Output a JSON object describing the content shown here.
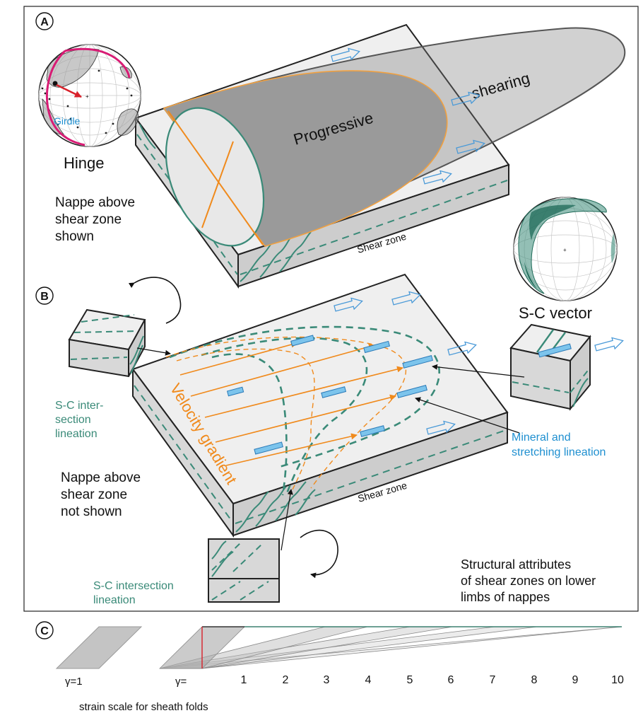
{
  "panel_a": {
    "letter": "A",
    "stereonet_label": "Girdle",
    "hinge_label": "Hinge",
    "nappe_lines": [
      "Nappe above",
      "shear zone",
      "shown"
    ],
    "fold_word_1": "Progressive",
    "fold_word_2": "shearing",
    "shear_zone_label": "Shear zone"
  },
  "panel_b": {
    "letter": "B",
    "sc_vector_label": "S-C vector",
    "sc_inter_lines": [
      "S-C inter-",
      "section",
      "lineation"
    ],
    "velocity_label": "Velocity gradient",
    "mineral_lines": [
      "Mineral and",
      "stretching lineation"
    ],
    "nappe_lines": [
      "Nappe above",
      "shear zone",
      "not shown"
    ],
    "shear_zone_label": "Shear zone",
    "sc_intersection_lines": [
      "S-C intersection",
      "lineation"
    ],
    "attributes_lines": [
      "Structural attributes",
      "of shear zones on lower",
      "limbs of nappes"
    ]
  },
  "panel_c": {
    "letter": "C",
    "gamma_1_label": "γ=1",
    "gamma_label": "γ=",
    "scale_numbers": [
      "1",
      "2",
      "3",
      "4",
      "5",
      "6",
      "7",
      "8",
      "9",
      "10"
    ],
    "caption": "strain scale for sheath folds"
  },
  "colors": {
    "teal": "#3a8a78",
    "blue": "#1e8fd0",
    "orange": "#f08a1c",
    "magenta": "#d81b74",
    "red": "#d8202a",
    "block_top": "#efefef",
    "fold_fill": "#9a9a9a"
  }
}
